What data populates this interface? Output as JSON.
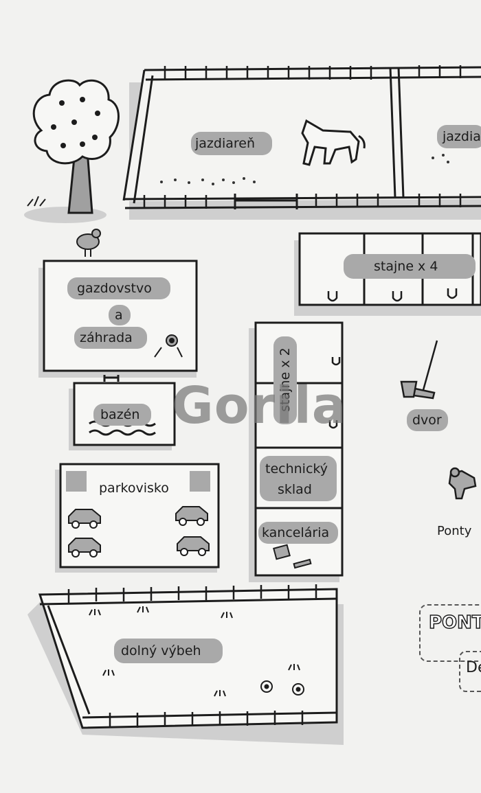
{
  "labels": {
    "riding_hall_1": "jazdiareň",
    "riding_hall_2": "jazdiareň",
    "stables_4": "stajne x 4",
    "farm_line1": "gazdovstvo",
    "farm_line2": "a",
    "farm_line3": "záhrada",
    "pool": "bazén",
    "stables_2": "stajne x 2",
    "yard": "dvor",
    "parking": "parkovisko",
    "tech_line1": "technický",
    "tech_line2": "sklad",
    "office": "kancelária",
    "dog_name": "Ponty",
    "lower_paddock": "dolný výbeh",
    "side_title": "PONT",
    "side_text": "De"
  },
  "watermark": "Gorila",
  "colors": {
    "paper": "#f2f2f0",
    "ink": "#1c1c1c",
    "shadow": "#c9c9c9",
    "pill": "#a9a9a9"
  }
}
